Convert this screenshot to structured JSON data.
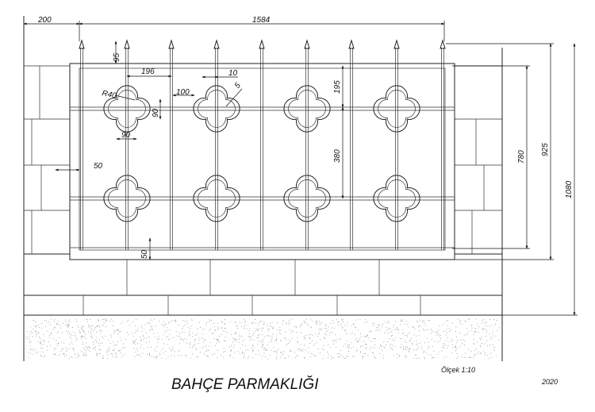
{
  "title": "BAHÇE PARMAKLIĞI",
  "scale": "Ölçek 1:10",
  "year": "2020",
  "dimensions": {
    "left_offset": "200",
    "total_length": "1584",
    "spike_height": "95",
    "post_spacing": "196",
    "bar_width": "10",
    "radius": "R40",
    "gap": "100",
    "thickness": "5",
    "motif_height": "90",
    "motif_width": "90",
    "side_gap": "50",
    "top_rail_offset": "195",
    "rail_spacing": "380",
    "bottom_gap": "50",
    "inner_height": "780",
    "fence_height": "925",
    "total_height": "1080"
  }
}
